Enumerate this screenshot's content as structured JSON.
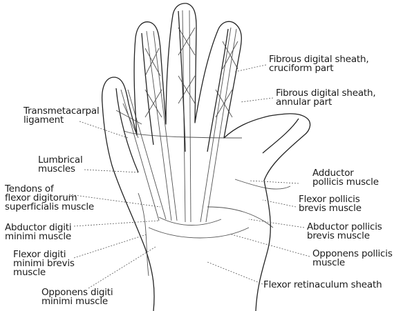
{
  "diagram": {
    "labels": {
      "fibrous_cruciform": [
        "Fibrous digital sheath,",
        "cruciform part"
      ],
      "fibrous_annular": [
        "Fibrous digital sheath,",
        "annular part"
      ],
      "transmetacarpal": [
        "Transmetacarpal",
        "ligament"
      ],
      "lumbrical": [
        "Lumbrical",
        "muscles"
      ],
      "tendons_fds": [
        "Tendons of",
        "flexor digitorum",
        "superficialis muscle"
      ],
      "abductor_digiti_minimi": [
        "Abductor digiti",
        "minimi muscle"
      ],
      "flexor_digiti_minimi_brevis": [
        "Flexor digiti",
        "minimi brevis",
        "muscle"
      ],
      "opponens_digiti_minimi": [
        "Opponens digiti",
        "minimi muscle"
      ],
      "adductor_pollicis": [
        "Adductor",
        "pollicis muscle"
      ],
      "flexor_pollicis_brevis": [
        "Flexor pollicis",
        "brevis muscle"
      ],
      "abductor_pollicis_brevis": [
        "Abductor pollicis",
        "brevis muscle"
      ],
      "opponens_pollicis": [
        "Opponens pollicis",
        "muscle"
      ],
      "flexor_retinaculum": [
        "Flexor retinaculum sheath"
      ]
    }
  }
}
